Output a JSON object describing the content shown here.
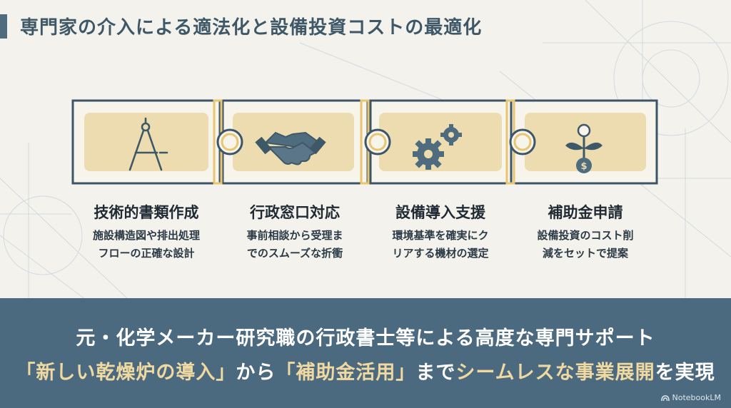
{
  "title": "専門家の介入による適法化と設備投資コストの最適化",
  "colors": {
    "navy": "#4c6a7f",
    "gold": "#e8c570",
    "cream": "#ecdcb0",
    "highlight": "#f0d9a0"
  },
  "steps": [
    {
      "icon": "compass-icon",
      "name": "技術的書類作成",
      "desc1": "施設構造図や排出処理",
      "desc2": "フローの正確な設計"
    },
    {
      "icon": "handshake-icon",
      "name": "行政窓口対応",
      "desc1": "事前相談から受理ま",
      "desc2": "でのスムーズな折衝"
    },
    {
      "icon": "gears-icon",
      "name": "設備導入支援",
      "desc1": "環境基準を確実にク",
      "desc2": "リアする機材の選定"
    },
    {
      "icon": "money-plant-icon",
      "name": "補助金申請",
      "desc1": "設備投資のコスト削",
      "desc2": "減をセットで提案"
    }
  ],
  "banner": {
    "line1": "元・化学メーカー研究職の行政書士等による高度な専門サポート",
    "line2_part1": "「新しい乾燥炉の導入」",
    "line2_part2": "から",
    "line2_part3": "「補助金活用」",
    "line2_part4": "まで",
    "line2_part5": "シームレスな事業展開",
    "line2_part6": "を実現"
  },
  "brand": "NotebookLM"
}
